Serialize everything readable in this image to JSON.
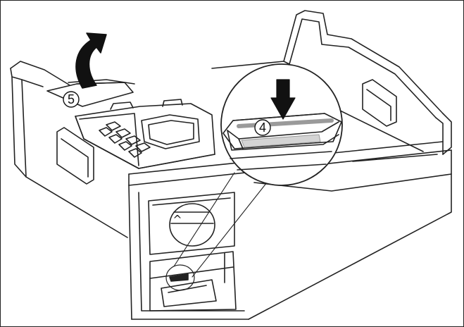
{
  "diagram": {
    "callouts": [
      {
        "id": "step-4",
        "label": "4",
        "meaning": "press-down-latch"
      },
      {
        "id": "step-5",
        "label": "5",
        "meaning": "lift-lid-up"
      }
    ],
    "dial_marker": "^",
    "colors": {
      "line": "#222222",
      "arrow": "#111111",
      "shadow_gray": "#9a9a9a",
      "light_gray": "#d4d4d4",
      "background": "#ffffff"
    },
    "icons": {
      "step-4-arrow": "arrow-down-icon",
      "step-5-arrow": "curved-arrow-up-icon"
    }
  }
}
